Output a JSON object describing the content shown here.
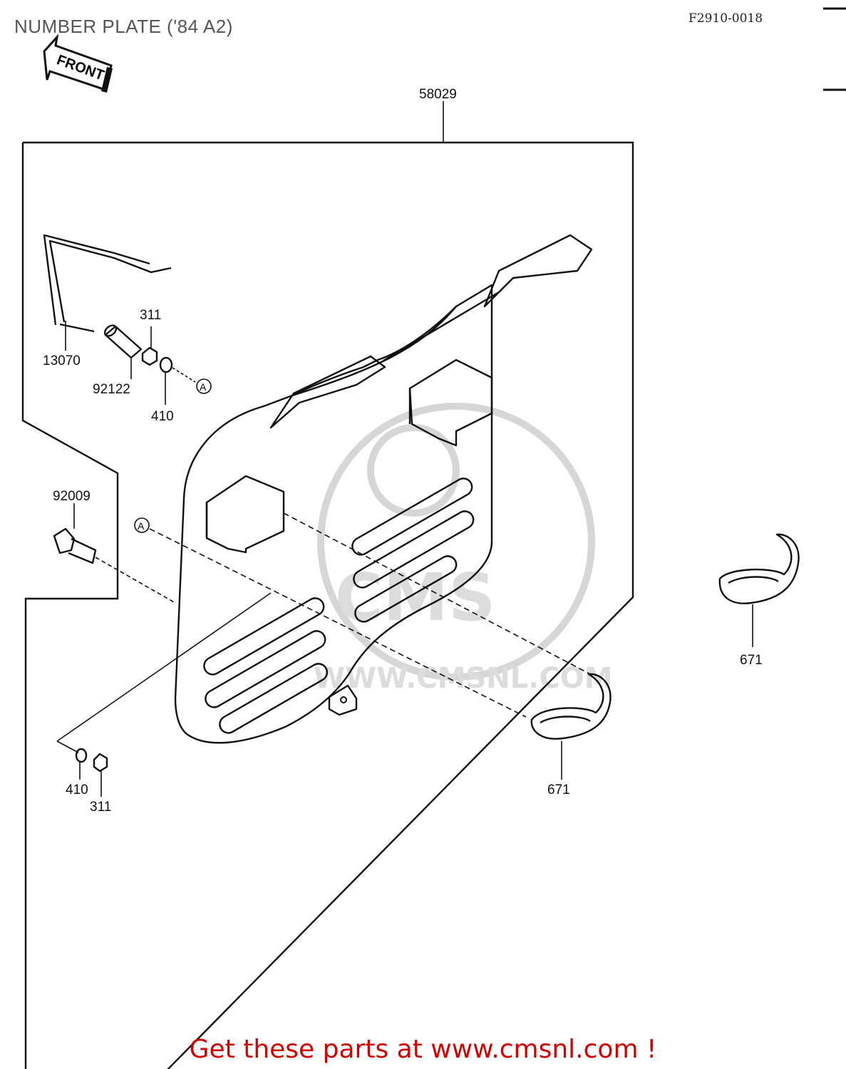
{
  "title": "NUMBER PLATE ('84 A2)",
  "diagram_code": "F2910-0018",
  "front_marker": "FRONT",
  "ref_marker": "A",
  "watermark": {
    "brand": "CMS",
    "url": "WWW.CMSNL.COM"
  },
  "parts": {
    "plate_assembly": "58029",
    "wire_bracket": "13070",
    "collar": "92122",
    "nut_upper": "311",
    "washer_upper": "410",
    "bolt": "92009",
    "washer_lower": "410",
    "nut_lower": "311",
    "band_mounted": "671",
    "band_loose": "671"
  },
  "footer_text": "Get these parts at www.cmsnl.com !"
}
